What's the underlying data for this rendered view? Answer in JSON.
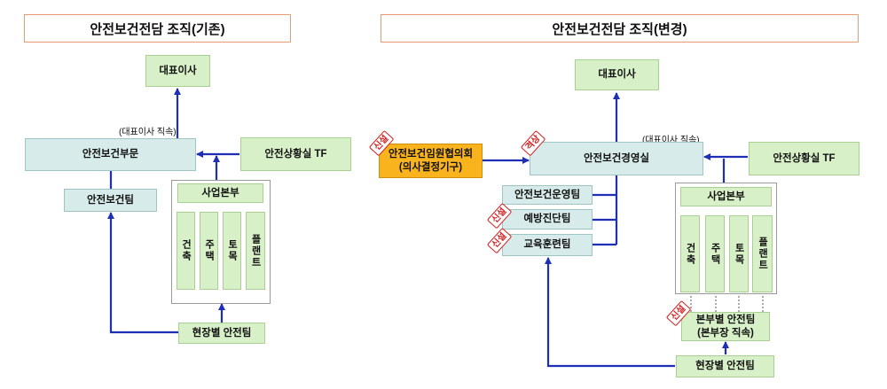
{
  "left": {
    "title": "안전보건전담 조직(기존)",
    "ceo": "대표이사",
    "ceo_note": "(대표이사 직속)",
    "dept": "안전보건부문",
    "team": "안전보건팀",
    "tf": "안전상황실 TF",
    "hq": "사업본부",
    "divisions": [
      "건축",
      "주택",
      "토목",
      "플랜트"
    ],
    "site": "현장별 안전팀"
  },
  "right": {
    "title": "안전보건전담 조직(변경)",
    "ceo": "대표이사",
    "ceo_note": "(대표이사 직속)",
    "committee_line1": "안전보건임원협의회",
    "committee_line2": "(의사결정기구)",
    "office": "안전보건경영실",
    "tf": "안전상황실 TF",
    "teams": [
      "안전보건운영팀",
      "예방진단팀",
      "교육훈련팀"
    ],
    "hq": "사업본부",
    "divisions": [
      "건축",
      "주택",
      "토목",
      "플랜트"
    ],
    "hq_safety_line1": "본부별 안전팀",
    "hq_safety_line2": "(본부장 직속)",
    "site": "현장별 안전팀",
    "stamp_new": "신설",
    "stamp_upgrade": "격상"
  },
  "colors": {
    "arrow": "#1f2fb5",
    "title_border": "#e79a74",
    "green": "#d8f0c7",
    "teal": "#d7ecea",
    "orange": "#f8b31d",
    "stamp": "#d42020"
  }
}
